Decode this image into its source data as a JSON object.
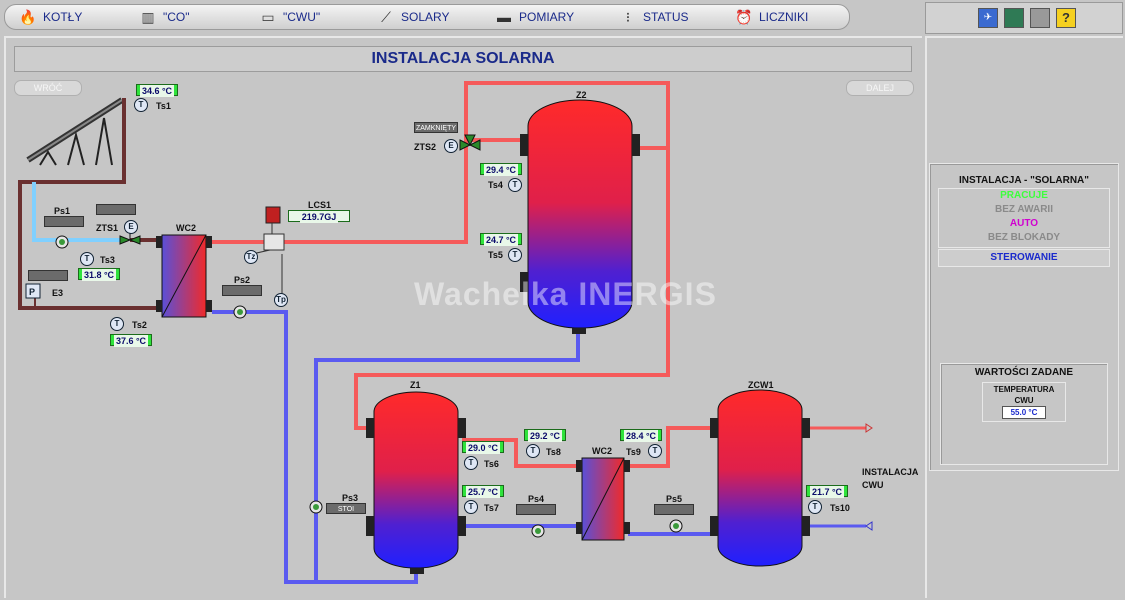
{
  "nav": {
    "items": [
      {
        "label": "KOTŁY",
        "icon": "flame-icon"
      },
      {
        "label": "\"CO\"",
        "icon": "radiator-icon"
      },
      {
        "label": "\"CWU\"",
        "icon": "boiler-icon"
      },
      {
        "label": "SOLARY",
        "icon": "solar-panel-icon"
      },
      {
        "label": "POMIARY",
        "icon": "meter-icon"
      },
      {
        "label": "STATUS",
        "icon": "traffic-light-icon"
      },
      {
        "label": "LICZNIKI",
        "icon": "alarm-clock-icon"
      }
    ]
  },
  "toolbar_icons": [
    "logo-icon",
    "keypad-icon",
    "printer-icon",
    "help-icon"
  ],
  "page_title": "INSTALACJA SOLARNA",
  "back_label": "WRÓĆ",
  "next_label": "DALEJ",
  "watermark": "Wachelka INERGIS",
  "sensors": {
    "ts1": {
      "name": "Ts1",
      "value": "34.6 °C"
    },
    "ts2": {
      "name": "Ts2",
      "value": "37.6 °C"
    },
    "ts3": {
      "name": "Ts3",
      "value": "31.8 °C"
    },
    "ts4": {
      "name": "Ts4",
      "value": "29.4 °C"
    },
    "ts5": {
      "name": "Ts5",
      "value": "24.7 °C"
    },
    "ts6": {
      "name": "Ts6",
      "value": "29.0 °C"
    },
    "ts7": {
      "name": "Ts7",
      "value": "25.7 °C"
    },
    "ts8": {
      "name": "Ts8",
      "value": "29.2 °C"
    },
    "ts9": {
      "name": "Ts9",
      "value": "28.4 °C"
    },
    "ts10": {
      "name": "Ts10",
      "value": "21.7 °C"
    }
  },
  "lcs1": {
    "name": "LCS1",
    "value": "219.7GJ"
  },
  "pumps": {
    "ps1": {
      "name": "Ps1",
      "state": ""
    },
    "ps2": {
      "name": "Ps2",
      "state": ""
    },
    "ps3": {
      "name": "Ps3",
      "state": "STOI"
    },
    "ps4": {
      "name": "Ps4",
      "state": ""
    },
    "ps5": {
      "name": "Ps5",
      "state": ""
    }
  },
  "valves": {
    "zts1": {
      "name": "ZTS1",
      "state": ""
    },
    "zts2": {
      "name": "ZTS2",
      "state": "ZAMKNIĘTY"
    }
  },
  "e3": {
    "name": "E3",
    "box": "P"
  },
  "heat_exchangers": {
    "wc2_left": "WC2",
    "wc2_right": "WC2"
  },
  "tanks": {
    "z2": "Z2",
    "z1": "Z1",
    "zcw1": "ZCW1"
  },
  "tz": "Tz",
  "tp": "Tp",
  "e_symbol": "E",
  "t_symbol": "T",
  "cwu_label_1": "INSTALACJA",
  "cwu_label_2": "CWU",
  "sidebar": {
    "title": "INSTALACJA  - \"SOLARNA\"",
    "statuses": [
      {
        "label": "PRACUJE",
        "color": "#3cff3c"
      },
      {
        "label": "BEZ AWARII",
        "color": "#8a8a8a"
      },
      {
        "label": "AUTO",
        "color": "#d000d0"
      },
      {
        "label": "BEZ BLOKADY",
        "color": "#8a8a8a"
      }
    ],
    "sterowanie": "STEROWANIE",
    "setpoints_title": "WARTOŚCI ZADANE",
    "temp_label_1": "TEMPERATURA",
    "temp_label_2": "CWU",
    "temp_value": "55.0 °C"
  },
  "colors": {
    "hot_pipe": "#f55a5a",
    "cold_pipe": "#5a5af0",
    "solar_pipe": "#6a3030",
    "collector_pipe": "#80d0ff",
    "value_green": "#2fe33c",
    "title_blue": "#1a2a8a"
  }
}
